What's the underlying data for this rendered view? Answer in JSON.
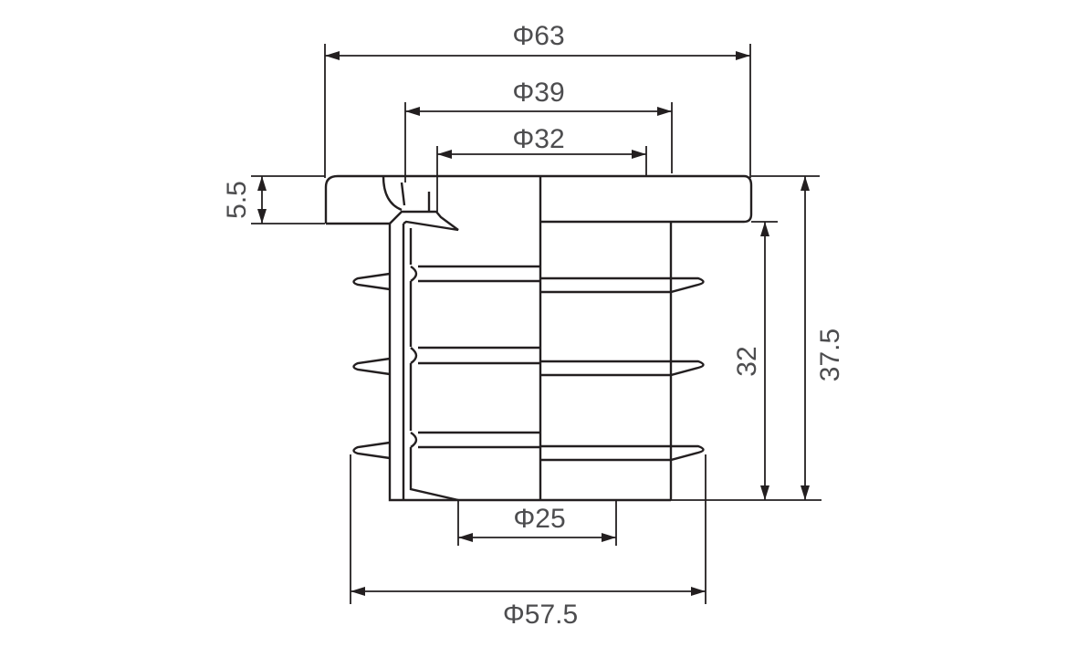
{
  "diagram": {
    "dimensions": [
      {
        "id": "outer-flange-diameter",
        "label": "Φ63"
      },
      {
        "id": "flange-step-diameter",
        "label": "Φ39"
      },
      {
        "id": "bore-diameter",
        "label": "Φ32"
      },
      {
        "id": "bottom-opening-diameter",
        "label": "Φ25"
      },
      {
        "id": "fin-diameter",
        "label": "Φ57.5"
      },
      {
        "id": "flange-height",
        "label": "5.5"
      },
      {
        "id": "body-height",
        "label": "32"
      },
      {
        "id": "total-height",
        "label": "37.5"
      }
    ],
    "colors": {
      "line": "#231f20",
      "text": "#4d4d4f",
      "background": "#ffffff"
    }
  }
}
